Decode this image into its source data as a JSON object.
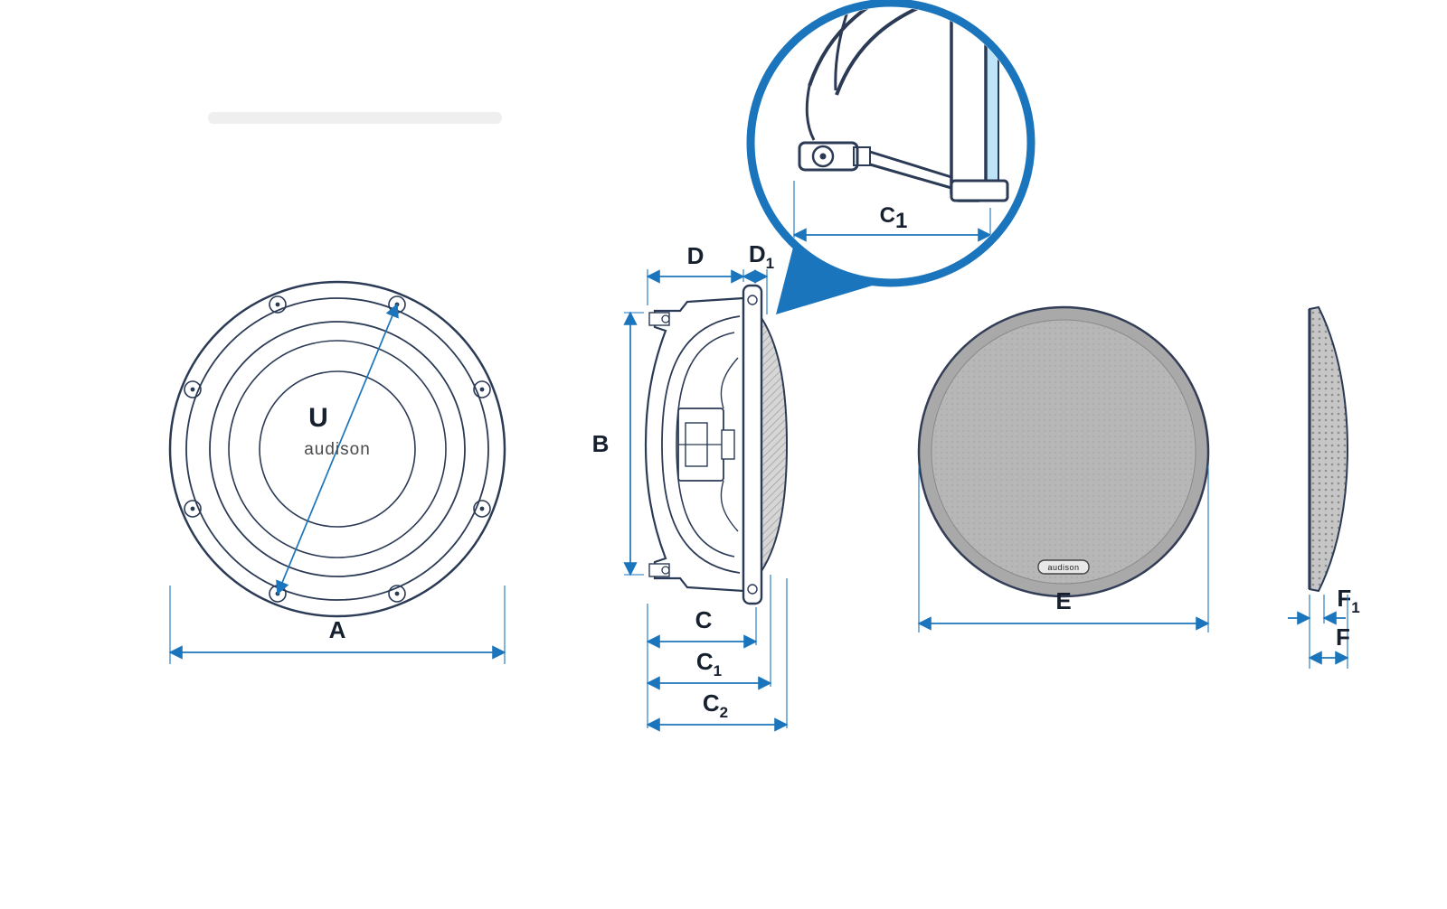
{
  "diagram": {
    "description": "Subwoofer dimensional drawing with front view, side view, magnified flange detail, grille front view and grille side view",
    "colors": {
      "dimension_blue": "#1b75bc",
      "outline_navy": "#2b3a55",
      "detail_ring_blue": "#1b75bc",
      "grille_gray": "#b4b4b4",
      "label_dark": "#17202e"
    },
    "front_view": {
      "bolt_circle_label": {
        "base": "U",
        "sub": ""
      },
      "brand": "audison",
      "dim_outer_diameter": {
        "base": "A",
        "sub": ""
      }
    },
    "side_view": {
      "dim_basket_depth": {
        "base": "D",
        "sub": ""
      },
      "dim_flange_depth": {
        "base": "D",
        "sub": "1"
      },
      "dim_cutout_height": {
        "base": "B",
        "sub": ""
      },
      "dim_c": {
        "base": "C",
        "sub": ""
      },
      "dim_c1": {
        "base": "C",
        "sub": "1"
      },
      "dim_c2": {
        "base": "C",
        "sub": "2"
      }
    },
    "detail_view": {
      "dim_c1": {
        "base": "C",
        "sub": "1"
      }
    },
    "grille_front_view": {
      "brand": "audison",
      "dim_diameter": {
        "base": "E",
        "sub": ""
      }
    },
    "grille_side_view": {
      "dim_f1": {
        "base": "F",
        "sub": "1"
      },
      "dim_f": {
        "base": "F",
        "sub": ""
      }
    }
  }
}
